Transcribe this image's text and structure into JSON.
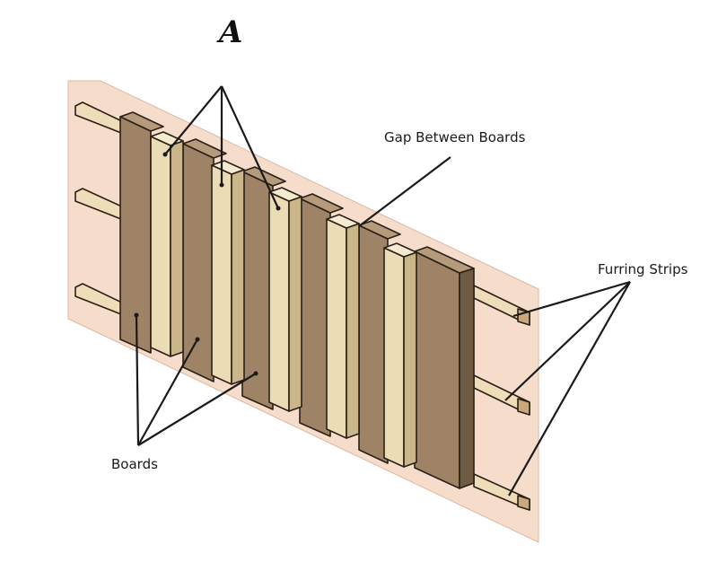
{
  "labels": {
    "a": "A",
    "gap": "Gap Between Boards",
    "furring": "Furring Strips",
    "boards": "Boards"
  },
  "colors": {
    "backing": "#f6dccb",
    "board_face": "#9e8366",
    "board_side": "#6f5a44",
    "batten_face": "#ecdcb6",
    "batten_side": "#cbb58a",
    "furring": "#efdcb8",
    "furring_end": "#c9a97c",
    "outline": "#2a2016"
  }
}
